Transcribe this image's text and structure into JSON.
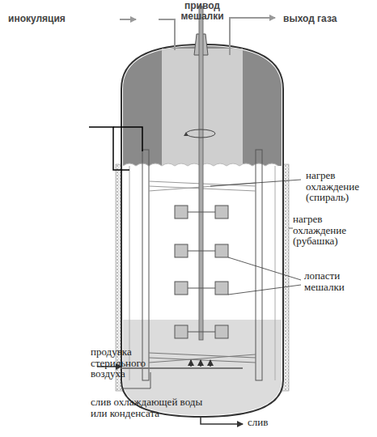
{
  "diagram": {
    "labels": [
      "привод мешалки",
      "инокуляция",
      "выход газа",
      "нагрев охлаждение (спираль)",
      "нагрев охлаждение (рубашка)",
      "лопасти мешалки",
      "продувка стерильного воздуха",
      "слив охлаждающей воды или конденсата",
      "слив"
    ]
  }
}
